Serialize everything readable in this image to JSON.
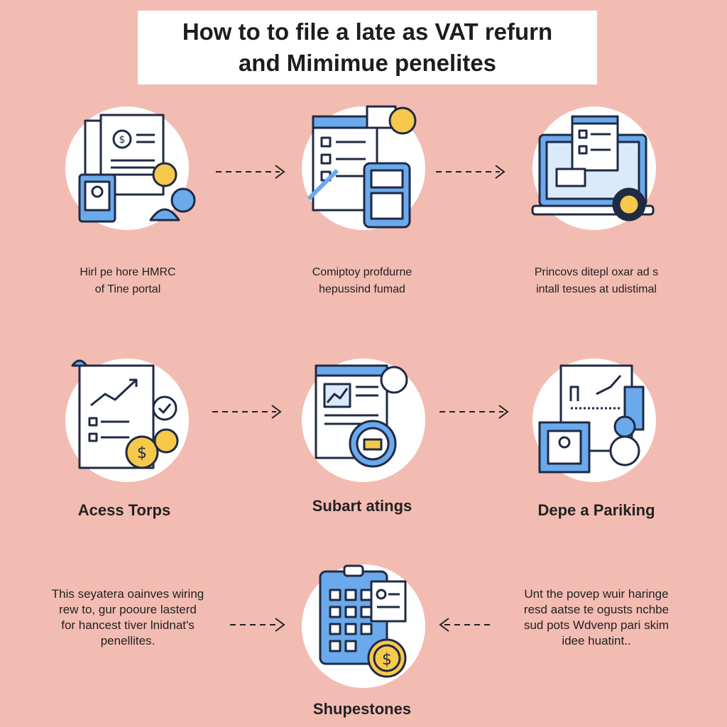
{
  "title": {
    "line1": "How to to file a late as VAT refurn",
    "line2": "and Mimimue penelites"
  },
  "steps": [
    {
      "caption_line1": "Hirl pe hore HMRC",
      "caption_line2": "of Tine portal"
    },
    {
      "caption_line1": "Comiptoy profdurne",
      "caption_line2": "hepussind fumad"
    },
    {
      "caption_line1": "Princovs ditepl oxar ad s",
      "caption_line2": "intall tesues at udistimal"
    },
    {
      "label": "Acess Torps"
    },
    {
      "label": "Subart atings"
    },
    {
      "label": "Depe a Pariking"
    },
    {
      "label": "Shupestones"
    }
  ],
  "notes": {
    "left": [
      "This seyatera oainves wiring",
      "rew to, gur pooure lasterd",
      "for hancest tiver lnidnat's",
      "penellites."
    ],
    "right": [
      "Unt the povep wuir haringe",
      "resd aatse te ogusts nchbe",
      "sud pots Wdvenp pari skim",
      "idee huatint.."
    ]
  },
  "colors": {
    "background": "#f3bcb2",
    "accent_blue": "#6aa9ec",
    "accent_yellow": "#f6c94b",
    "outline": "#1f2a44"
  },
  "icons": [
    "document-dollar-icon",
    "checklist-calculator-icon",
    "laptop-checklist-icon",
    "growth-chart-coins-icon",
    "report-government-icon",
    "ledger-user-icon",
    "calendar-coin-icon"
  ]
}
